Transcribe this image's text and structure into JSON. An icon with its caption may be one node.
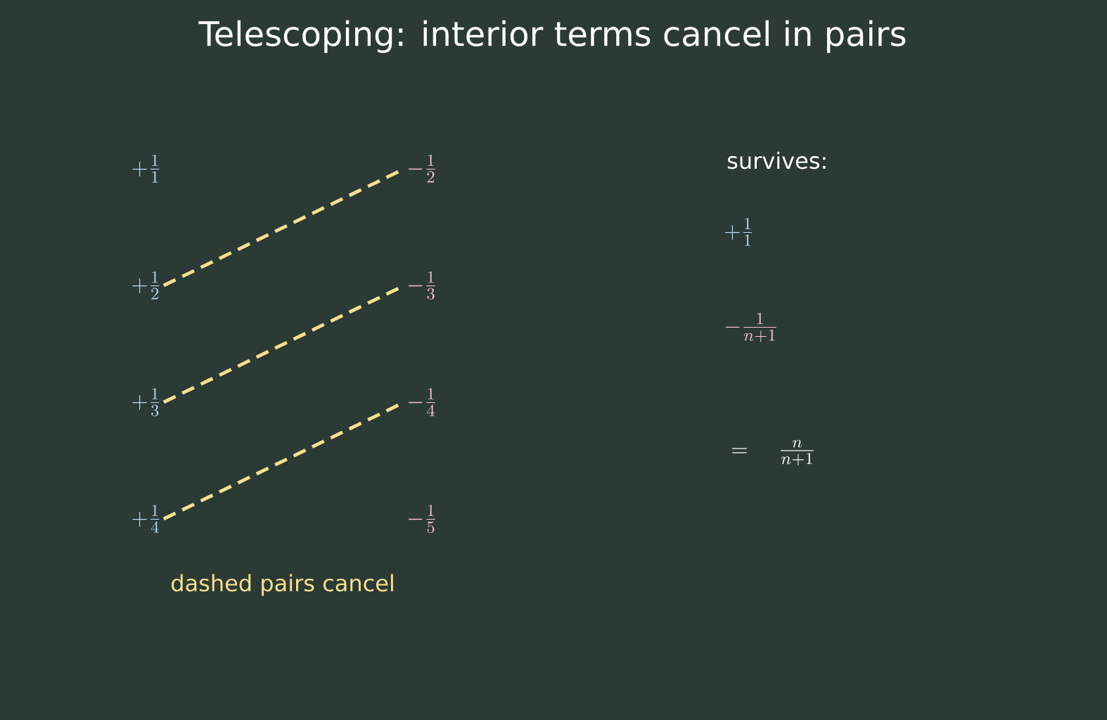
{
  "diagram": {
    "title": "Telescoping: interior terms cancel in pairs",
    "nodes": [
      {
        "text": [
          "+\\frac{1}{1}"
        ]
      },
      {
        "text": [
          "-\\frac{1}{2}"
        ]
      },
      {
        "text": [
          "+\\frac{1}{2}"
        ]
      },
      {
        "text": [
          "-\\frac{1}{3}"
        ]
      },
      {
        "text": [
          "+\\frac{1}{3}"
        ]
      },
      {
        "text": [
          "-\\frac{1}{4}"
        ]
      },
      {
        "text": [
          "+\\frac{1}{4}"
        ]
      },
      {
        "text": [
          "-\\frac{1}{5}"
        ]
      }
    ],
    "edges": [
      {
        "from": 2,
        "to": 1,
        "arrow": "none",
        "style": "dashed",
        "color": "#f8e08e"
      },
      {
        "from": 4,
        "to": 3,
        "arrow": "none",
        "style": "dashed",
        "color": "#f8e08e"
      },
      {
        "from": 6,
        "to": 5,
        "arrow": "none",
        "style": "dashed",
        "color": "#f8e08e"
      }
    ],
    "labels": [
      "survives:",
      "+\\frac{1}{1}",
      "-\\frac{1}{n+1}",
      "= \\quad \\frac{n}{n+1}",
      "dashed pairs cancel"
    ]
  }
}
